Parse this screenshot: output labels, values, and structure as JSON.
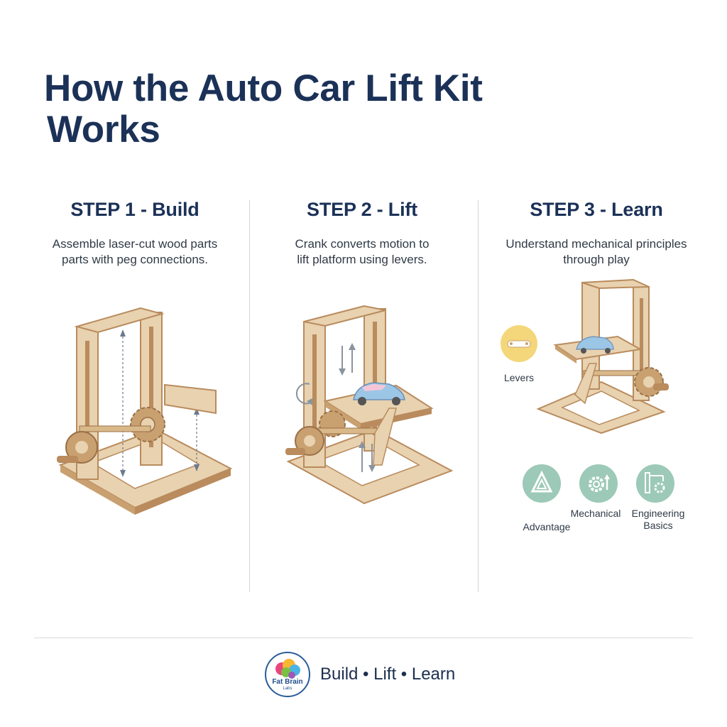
{
  "title": {
    "line1": "How the Auto Car Lift Kit",
    "line2": "Works"
  },
  "steps": [
    {
      "heading": "STEP 1 - Build",
      "desc_line1": "Assemble laser-cut wood parts",
      "desc_line2": "parts with peg connections."
    },
    {
      "heading": "STEP 2 - Lift",
      "desc_line1": "Crank converts motion to",
      "desc_line2": "lift platform using levers."
    },
    {
      "heading": "STEP 3 - Learn",
      "desc_line1": "Understand mechanical principles",
      "desc_line2": "through play"
    }
  ],
  "labels": {
    "levers": "Levers",
    "advantage": "Advantage",
    "mechanical": "Mechanical",
    "engineering_line1": "Engineering",
    "engineering_line2": "Basics"
  },
  "footer": {
    "logo_line1": "Fat Brain",
    "logo_line2": "Labs",
    "tagline": "Build • Lift • Learn"
  },
  "colors": {
    "heading": "#1b3157",
    "wood_light": "#e8d2b0",
    "wood_dark": "#b98b5d",
    "icon_teal": "#9cc9b8",
    "levers_circle": "#f4d77a"
  }
}
